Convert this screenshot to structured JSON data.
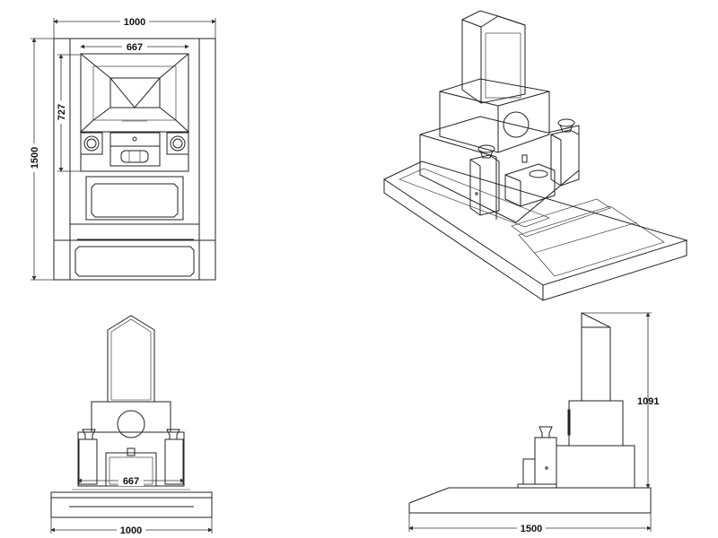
{
  "drawing": {
    "plan_view": {
      "width_label": "1000",
      "inner_width_label": "667",
      "inner_depth_label": "727",
      "depth_label": "1500"
    },
    "front_view": {
      "inner_width_label": "667",
      "width_label": "1000"
    },
    "side_view": {
      "height_label": "1091",
      "depth_label": "1500"
    },
    "line_color": "#222222",
    "background": "#ffffff"
  }
}
